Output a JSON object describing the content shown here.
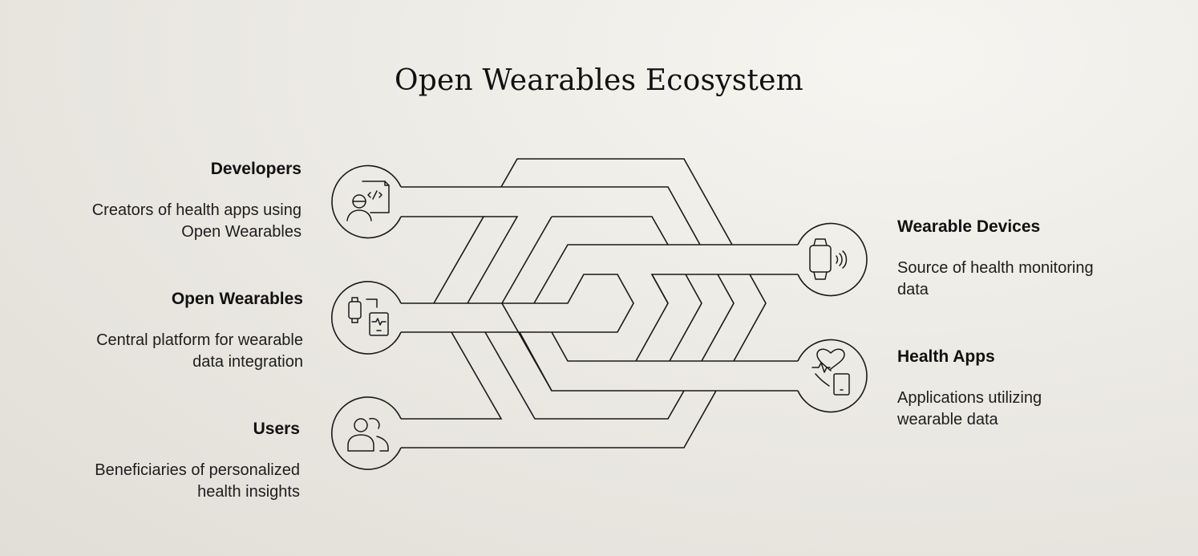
{
  "title": "Open Wearables Ecosystem",
  "nodes": {
    "developers": {
      "heading": "Developers",
      "desc_lines": [
        "Creators of health apps using",
        "Open Wearables"
      ],
      "icon": "developer-icon"
    },
    "open_wearables": {
      "heading": "Open Wearables",
      "desc_lines": [
        "Central platform for wearable",
        "data integration"
      ],
      "icon": "watch-tablet-icon"
    },
    "users": {
      "heading": "Users",
      "desc_lines": [
        "Beneficiaries of personalized",
        "health insights"
      ],
      "icon": "users-icon"
    },
    "wearable_devices": {
      "heading": "Wearable Devices",
      "desc_lines": [
        "Source of health monitoring",
        "data"
      ],
      "icon": "smartwatch-signal-icon"
    },
    "health_apps": {
      "heading": "Health Apps",
      "desc_lines": [
        "Applications utilizing",
        "wearable data"
      ],
      "icon": "heart-phone-icon"
    }
  }
}
